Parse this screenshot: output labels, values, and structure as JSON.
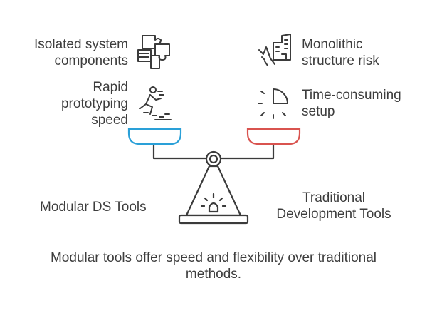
{
  "left": {
    "items": [
      {
        "label_lines": [
          "Isolated system",
          "components"
        ],
        "icon": "puzzle-pieces-icon"
      },
      {
        "label_lines": [
          "Rapid",
          "prototyping",
          "speed"
        ],
        "icon": "running-person-icon"
      }
    ],
    "category": "Modular DS Tools",
    "pan_color": "#2aa0d8"
  },
  "right": {
    "items": [
      {
        "label_lines": [
          "Monolithic",
          "structure risk"
        ],
        "icon": "crumbling-building-icon"
      },
      {
        "label_lines": [
          "Time-consuming",
          "setup"
        ],
        "icon": "loading-clock-icon"
      }
    ],
    "category_lines": [
      "Traditional",
      "Development Tools"
    ],
    "pan_color": "#d9534f"
  },
  "caption_lines": [
    "Modular tools offer speed and flexibility over traditional",
    "methods."
  ],
  "colors": {
    "stroke": "#3b3b3b",
    "text": "#3d3d3d"
  }
}
